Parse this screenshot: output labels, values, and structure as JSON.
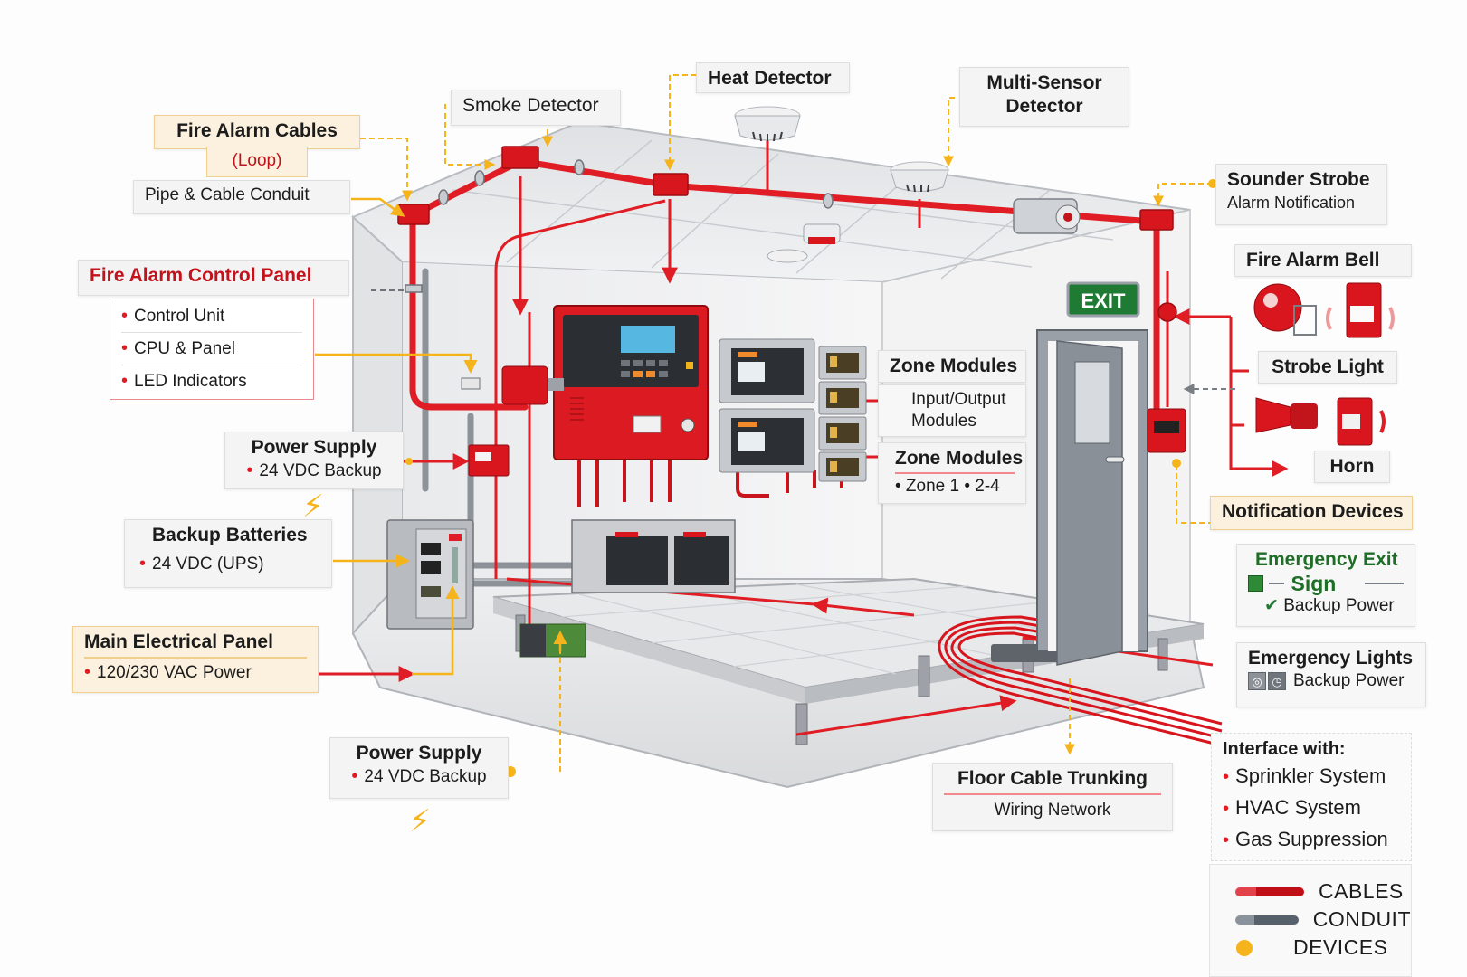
{
  "colors": {
    "cable_red": "#e01d24",
    "conduit_gray": "#5b6570",
    "device_gold": "#f5b41b",
    "panel_red": "#d9161e",
    "exit_green": "#1f7a34",
    "accent_title_red": "#c3121b"
  },
  "labels": {
    "fire_alarm_cables": {
      "title": "Fire Alarm Cables",
      "sub": "(Loop)"
    },
    "pipe_conduit": {
      "title": "Pipe & Cable Conduit"
    },
    "smoke_detector": {
      "title": "Smoke Detector"
    },
    "heat_detector": {
      "title": "Heat Detector"
    },
    "multi_sensor": {
      "title_line1": "Multi-Sensor",
      "title_line2": "Detector"
    },
    "sounder_strobe": {
      "title": "Sounder Strobe",
      "sub": "Alarm Notification"
    },
    "fire_alarm_bell": {
      "title": "Fire Alarm Bell"
    },
    "strobe_light": {
      "title": "Strobe Light"
    },
    "horn": {
      "title": "Horn"
    },
    "notification_devices": {
      "title": "Notification Devices"
    },
    "emergency_exit": {
      "title_line1": "Emergency Exit",
      "title_line2": "Sign",
      "sub": "Backup Power"
    },
    "emergency_lights": {
      "title": "Emergency Lights",
      "sub": "Backup Power"
    },
    "interface": {
      "title": "Interface with:",
      "items": [
        "Sprinkler System",
        "HVAC System",
        "Gas Suppression"
      ]
    },
    "facp": {
      "title": "Fire Alarm Control Panel",
      "items": [
        "Control Unit",
        "CPU & Panel",
        "LED Indicators"
      ]
    },
    "power_supply_top": {
      "title": "Power Supply",
      "sub": "24 VDC Backup"
    },
    "backup_batteries": {
      "title": "Backup Batteries",
      "sub": "24 VDC (UPS)"
    },
    "main_electrical": {
      "title": "Main Electrical Panel",
      "sub": "120/230 VAC Power"
    },
    "power_supply_bottom": {
      "title": "Power Supply",
      "sub": "24 VDC Backup"
    },
    "zone_modules_top": {
      "title": "Zone Modules"
    },
    "io_modules": {
      "line1": "Input/Output",
      "line2": "Modules"
    },
    "zone_modules_bottom": {
      "title": "Zone Modules",
      "sub": "• Zone 1 • 2-4"
    },
    "floor_trunking": {
      "title": "Floor Cable Trunking",
      "sub": "Wiring Network"
    }
  },
  "scene": {
    "exit_sign_text": "EXIT"
  },
  "legend": {
    "items": [
      {
        "label": "CABLES",
        "kind": "cables"
      },
      {
        "label": "CONDUIT",
        "kind": "conduit"
      },
      {
        "label": "DEVICES",
        "kind": "devices"
      }
    ]
  }
}
